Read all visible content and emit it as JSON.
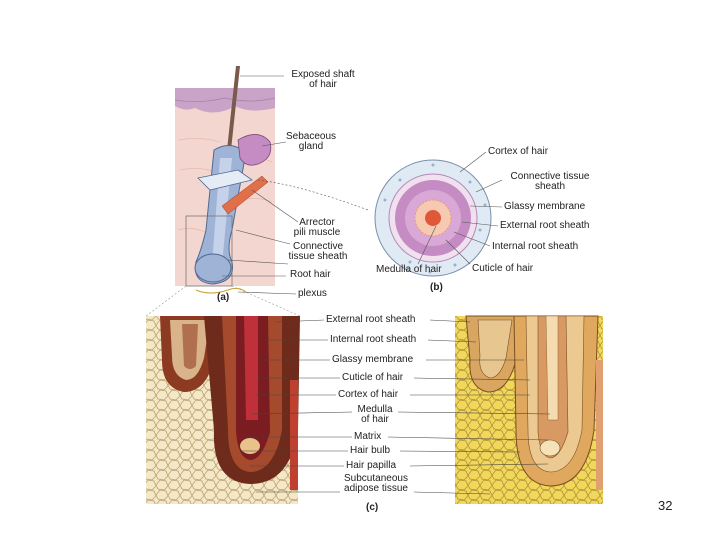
{
  "panel_a": {
    "letter": "(a)",
    "labels": {
      "exposed_shaft": "Exposed shaft\nof hair",
      "sebaceous": "Sebaceous\ngland",
      "arrector": "Arrector\npili muscle",
      "connective": "Connective\ntissue sheath",
      "root_hair": "Root hair",
      "plexus": "plexus"
    }
  },
  "panel_b": {
    "letter": "(b)",
    "labels": {
      "cortex": "Cortex of hair",
      "connective": "Connective tissue\nsheath",
      "glassy": "Glassy membrane",
      "external": "External root sheath",
      "internal": "Internal root sheath",
      "medulla": "Medulla of hair",
      "cuticle": "Cuticle of hair"
    }
  },
  "panel_c": {
    "letter": "(c)",
    "labels": {
      "external": "External root sheath",
      "internal": "Internal root sheath",
      "glassy": "Glassy membrane",
      "cuticle": "Cuticle of hair",
      "cortex": "Cortex of hair",
      "medulla": "Medulla\nof hair",
      "matrix": "Matrix",
      "bulb": "Hair bulb",
      "papilla": "Hair papilla",
      "subcutaneous": "Subcutaneous\nadipose tissue"
    }
  },
  "page_number": "32",
  "colors": {
    "skin": "#f3d6cf",
    "epidermis": "#c9a3c8",
    "hair_sheath": "#9fb3d6",
    "muscle": "#e0704a",
    "gland": "#c58cc4",
    "micro_bg": "#f2e3b8",
    "micro_dark": "#6e2a1a",
    "micro_yellow": "#f2d85a"
  }
}
